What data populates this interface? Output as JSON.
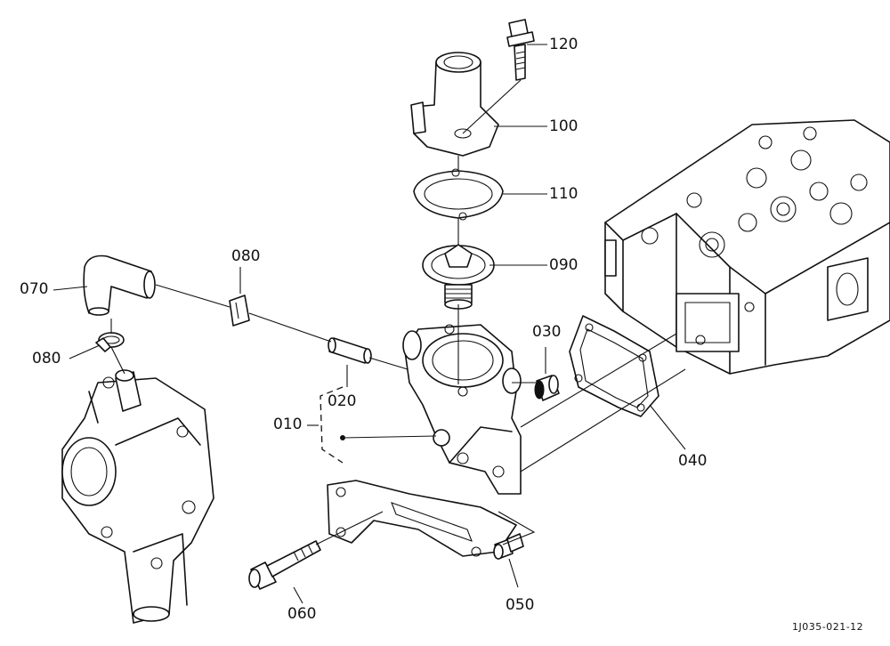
{
  "parts": {
    "p120": "120",
    "p100": "100",
    "p110": "110",
    "p090": "090",
    "p080_hose": "080",
    "p070": "070",
    "p080_clamp": "080",
    "p030": "030",
    "p020": "020",
    "p010": "010",
    "p040": "040",
    "p060": "060",
    "p050": "050"
  },
  "reference_code": "1J035-021-12"
}
